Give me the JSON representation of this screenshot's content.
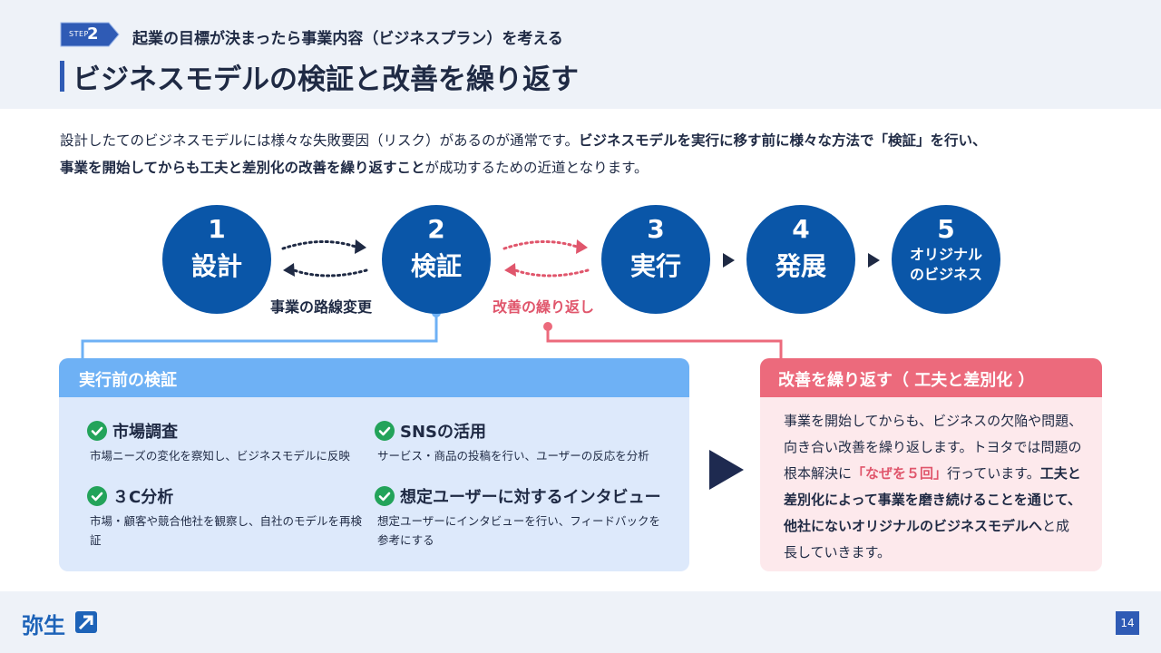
{
  "header": {
    "step_word": "STEP",
    "step_number": "2",
    "step_caption": "起業の目標が決まったら事業内容（ビジネスプラン）を考える",
    "title": "ビジネスモデルの検証と改善を繰り返す"
  },
  "intro": {
    "line1_plain": "設計したてのビジネスモデルには様々な失敗要因（リスク）があるのが通常です。",
    "line1_bold": "ビジネスモデルを実行に移す前に様々な方法で「検証」を行い、",
    "line2_bold": "事業を開始してからも工夫と差別化の改善を繰り返すこと",
    "line2_plain": "が成功するための近道となります。"
  },
  "flow": {
    "steps": [
      {
        "number": "1",
        "label": "設計"
      },
      {
        "number": "2",
        "label": "検証"
      },
      {
        "number": "3",
        "label": "実行"
      },
      {
        "number": "4",
        "label": "発展"
      },
      {
        "number": "5",
        "label_line1": "オリジナル",
        "label_line2": "のビジネス"
      }
    ],
    "arrow_label_1": "事業の路線変更",
    "arrow_label_2": "改善の繰り返し"
  },
  "panel_left": {
    "title": "実行前の検証",
    "items": [
      {
        "title": "市場調査",
        "desc": "市場ニーズの変化を察知し、ビジネスモデルに反映"
      },
      {
        "title": "SNSの活用",
        "desc": "サービス・商品の投稿を行い、ユーザーの反応を分析"
      },
      {
        "title": "３C分析",
        "desc": "市場・顧客や競合他社を観察し、自社のモデルを再検証"
      },
      {
        "title": "想定ユーザーに対するインタビュー",
        "desc": "想定ユーザーにインタビューを行い、フィードバックを参考にする"
      }
    ]
  },
  "panel_right": {
    "title": "改善を繰り返す（ 工夫と差別化 ）",
    "body_part1": "事業を開始してからも、ビジネスの欠陥や問題、向き合い改善を繰り返します。トヨタでは問題の根本解決に",
    "body_highlight": "「なぜを５回」",
    "body_part2": "行っています。",
    "body_bold": "工夫と差別化によって事業を磨き続けることを通じて、他社にないオリジナルのビジネスモデルへ",
    "body_part3": "と成長していきます。"
  },
  "footer": {
    "logo": "弥生",
    "page_number": "14"
  },
  "colors": {
    "navy": "#1f2a44",
    "circle_blue": "#0a56a8",
    "light_blue": "#6eb1f5",
    "pale_blue": "#dde9fb",
    "pink": "#ec6a7c",
    "pale_pink": "#fde9ec",
    "check_green": "#23a35a"
  }
}
